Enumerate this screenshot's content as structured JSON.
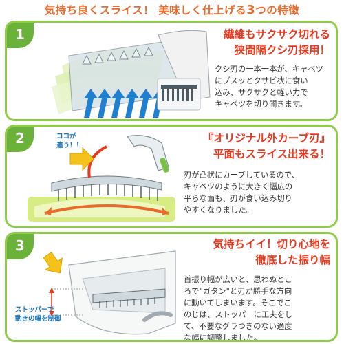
{
  "header": {
    "pre": "気持ち良くスライス！ 美味しく仕上げる",
    "num": "3",
    "post": "つの特徴"
  },
  "sections": [
    {
      "num": "1",
      "title_lines": [
        "繊維もサクサク切れる",
        "狭間隔クシ刃採用！"
      ],
      "body": "クシ刃の一本一本が、キャベツ\nにブスッとクサビ状に食い\n込み、サクサクと軽い力で\nキャベツを切り開きます。"
    },
    {
      "num": "2",
      "title_lines": [
        "『オリジナル外カーブ刃』",
        "平面もスライス出来る！"
      ],
      "callout": "ココが\n違う！！",
      "body": "刃が凸状にカーブしているので、\nキャベツのように大きく幅広の\n平らな面も、刃が食い込み切り\nやすくなりました。"
    },
    {
      "num": "3",
      "title_lines": [
        "気持ちイイ！切り心地を",
        "徹底した振り幅"
      ],
      "callout": "ストッパーで\n動きの幅を制御",
      "body": "首振り幅が広いと、思わぬとこ\nろで\"ガタン\"と刃が勝手な方向\nに動いてしまいます。そこでこ\nのじは、ストッパーに工夫をし\nて、不要なグラつきのない適度\nな幅に調整しました。"
    }
  ],
  "colors": {
    "accent_green": "#8fcc4a",
    "badge_green": "#6ab23a",
    "title_red": "#e8381e",
    "header_orange": "#ea6a2a",
    "callout_blue": "#1b75b8",
    "arrow_yellow": "#f5c21b"
  }
}
